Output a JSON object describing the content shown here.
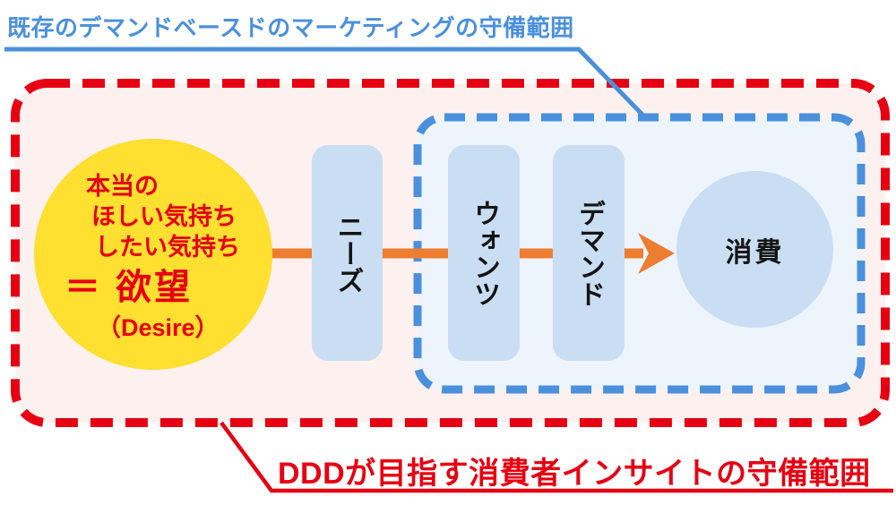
{
  "diagram": {
    "top_label": "既存のデマンドベースドのマーケティングの守備範囲",
    "bottom_label": "DDDが目指す消費者インサイトの守備範囲",
    "desire_circle": {
      "line1": "本当の",
      "line2": "ほしい気持ち",
      "line3": "したい気持ち",
      "equals_line": "＝ 欲望",
      "desire_en": "（Desire）"
    },
    "stages": {
      "needs": "ニーズ",
      "wants": "ウォンツ",
      "demand": "デマンド",
      "consumption": "消費"
    },
    "colors": {
      "red": "#e60012",
      "blue": "#4a90dc",
      "orange": "#ed7d31",
      "yellow": "#ffdf30",
      "stage_box_fill": "#c9def3",
      "red_zone_fill": "#fdf1f0",
      "blue_zone_fill": "#edf4fb",
      "text_black": "#141414"
    }
  }
}
